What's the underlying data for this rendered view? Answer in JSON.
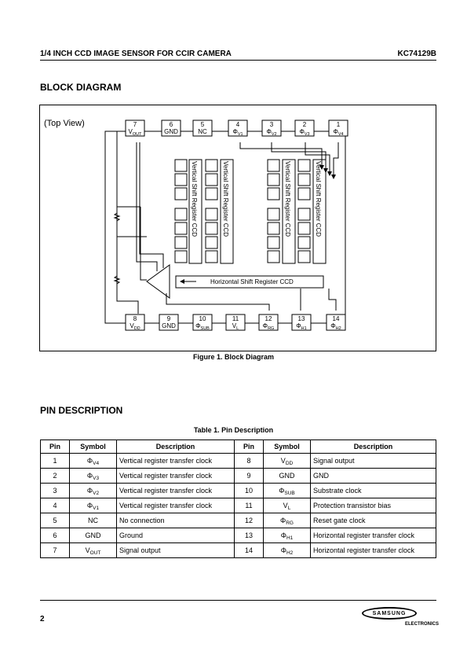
{
  "header": {
    "left": "1/4 INCH CCD IMAGE SENSOR FOR CCIR CAMERA",
    "right": "KC74129B"
  },
  "block_section": {
    "title": "BLOCK DIAGRAM",
    "view_label": "(Top View)",
    "top_pins": [
      {
        "num": "7",
        "sym": "V",
        "sub": "OUT"
      },
      {
        "num": "6",
        "sym": "GND",
        "sub": ""
      },
      {
        "num": "5",
        "sym": "NC",
        "sub": ""
      },
      {
        "num": "4",
        "sym": "Φ",
        "sub": "V1"
      },
      {
        "num": "3",
        "sym": "Φ",
        "sub": "V2"
      },
      {
        "num": "2",
        "sym": "Φ",
        "sub": "V3"
      },
      {
        "num": "1",
        "sym": "Φ",
        "sub": "V4"
      }
    ],
    "bottom_pins": [
      {
        "num": "8",
        "sym": "V",
        "sub": "DD"
      },
      {
        "num": "9",
        "sym": "GND",
        "sub": ""
      },
      {
        "num": "10",
        "sym": "Φ",
        "sub": "SUB"
      },
      {
        "num": "11",
        "sym": "V",
        "sub": "L"
      },
      {
        "num": "12",
        "sym": "Φ",
        "sub": "RG"
      },
      {
        "num": "13",
        "sym": "Φ",
        "sub": "H1"
      },
      {
        "num": "14",
        "sym": "Φ",
        "sub": "H2"
      }
    ],
    "vertical_register_label": "Vertical Shift Register CCD",
    "horizontal_register_label": "Horizontal  Shift  Register  CCD",
    "figure_caption": "Figure 1. Block Diagram"
  },
  "pin_section": {
    "title": "PIN DESCRIPTION",
    "table_caption": "Table 1. Pin Description",
    "columns": [
      "Pin",
      "Symbol",
      "Description",
      "Pin",
      "Symbol",
      "Description"
    ],
    "rows": [
      {
        "pin1": "1",
        "sym1": "Φ",
        "sub1": "V4",
        "desc1": "Vertical register transfer clock",
        "pin2": "8",
        "sym2": "V",
        "sub2": "DD",
        "desc2": "Signal output"
      },
      {
        "pin1": "2",
        "sym1": "Φ",
        "sub1": "V3",
        "desc1": "Vertical register transfer clock",
        "pin2": "9",
        "sym2": "GND",
        "sub2": "",
        "desc2": "GND"
      },
      {
        "pin1": "3",
        "sym1": "Φ",
        "sub1": "V2",
        "desc1": "Vertical register transfer clock",
        "pin2": "10",
        "sym2": "Φ",
        "sub2": "SUB",
        "desc2": "Substrate clock"
      },
      {
        "pin1": "4",
        "sym1": "Φ",
        "sub1": "V1",
        "desc1": "Vertical register transfer clock",
        "pin2": "11",
        "sym2": "V",
        "sub2": "L",
        "desc2": "Protection transistor bias"
      },
      {
        "pin1": "5",
        "sym1": "NC",
        "sub1": "",
        "desc1": "No connection",
        "pin2": "12",
        "sym2": "Φ",
        "sub2": "RG",
        "desc2": "Reset gate clock"
      },
      {
        "pin1": "6",
        "sym1": "GND",
        "sub1": "",
        "desc1": "Ground",
        "pin2": "13",
        "sym2": "Φ",
        "sub2": "H1",
        "desc2": "Horizontal register transfer clock"
      },
      {
        "pin1": "7",
        "sym1": "V",
        "sub1": "OUT",
        "desc1": "Signal output",
        "pin2": "14",
        "sym2": "Φ",
        "sub2": "H2",
        "desc2": "Horizontal register transfer clock"
      }
    ]
  },
  "footer": {
    "page_number": "2",
    "logo_text": "SAMSUNG",
    "logo_subtext": "ELECTRONICS"
  }
}
